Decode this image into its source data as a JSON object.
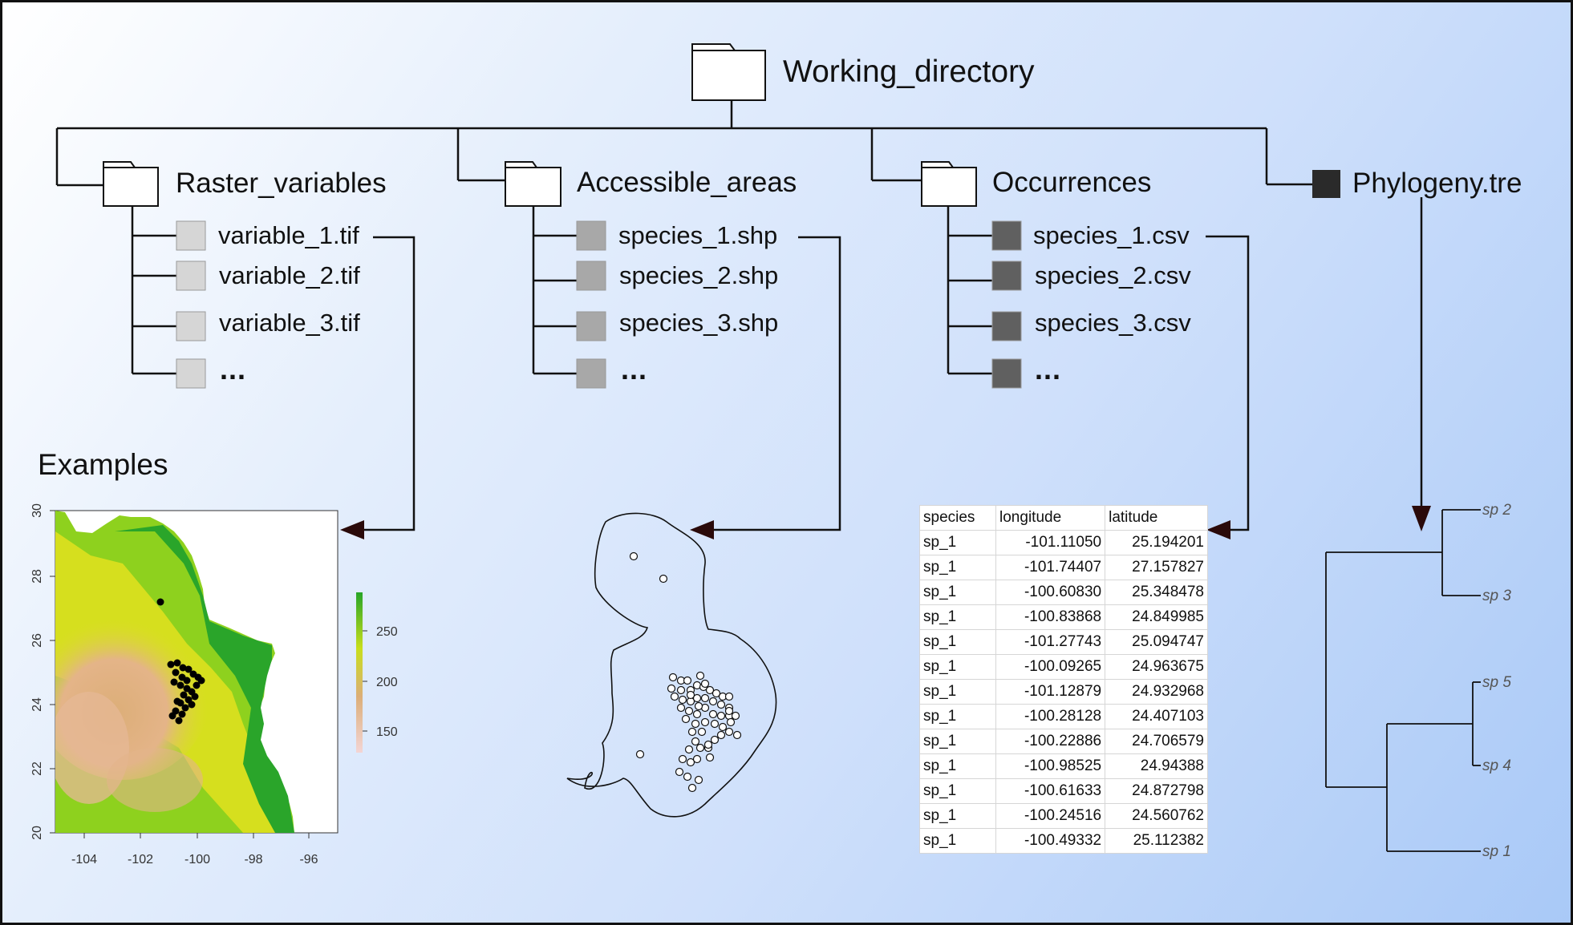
{
  "root": {
    "label": "Working_directory"
  },
  "folders": [
    {
      "label": "Raster_variables",
      "files": [
        "variable_1.tif",
        "variable_2.tif",
        "variable_3.tif",
        "..."
      ],
      "file_color": "#d6d6d6"
    },
    {
      "label": "Accessible_areas",
      "files": [
        "species_1.shp",
        "species_2.shp",
        "species_3.shp",
        "..."
      ],
      "file_color": "#a8a8a8"
    },
    {
      "label": "Occurrences",
      "files": [
        "species_1.csv",
        "species_2.csv",
        "species_3.csv",
        "..."
      ],
      "file_color": "#606060"
    }
  ],
  "phylogeny_file": {
    "label": "Phylogeny.tre",
    "color": "#2a2a2a"
  },
  "examples": {
    "label": "Examples"
  },
  "raster_map": {
    "x_ticks": [
      "-104",
      "-102",
      "-100",
      "-98",
      "-96"
    ],
    "y_ticks": [
      "20",
      "22",
      "24",
      "26",
      "28",
      "30"
    ],
    "legend_ticks": [
      "250",
      "200",
      "150"
    ],
    "colors": [
      "#27a527",
      "#d9e21b",
      "#dcae78",
      "#f3d5d5"
    ]
  },
  "table": {
    "columns": [
      "species",
      "longitude",
      "latitude"
    ],
    "rows": [
      [
        "sp_1",
        "-101.11050",
        "25.194201"
      ],
      [
        "sp_1",
        "-101.74407",
        "27.157827"
      ],
      [
        "sp_1",
        "-100.60830",
        "25.348478"
      ],
      [
        "sp_1",
        "-100.83868",
        "24.849985"
      ],
      [
        "sp_1",
        "-101.27743",
        "25.094747"
      ],
      [
        "sp_1",
        "-100.09265",
        "24.963675"
      ],
      [
        "sp_1",
        "-101.12879",
        "24.932968"
      ],
      [
        "sp_1",
        "-100.28128",
        "24.407103"
      ],
      [
        "sp_1",
        "-100.22886",
        "24.706579"
      ],
      [
        "sp_1",
        "-100.98525",
        "24.94388"
      ],
      [
        "sp_1",
        "-100.61633",
        "24.872798"
      ],
      [
        "sp_1",
        "-100.24516",
        "24.560762"
      ],
      [
        "sp_1",
        "-100.49332",
        "25.112382"
      ]
    ]
  },
  "phylogeny_tips": [
    "sp 2",
    "sp 3",
    "sp 5",
    "sp 4",
    "sp 1"
  ],
  "colors": {
    "arrow": "#2a0a0a",
    "line": "#111111"
  }
}
